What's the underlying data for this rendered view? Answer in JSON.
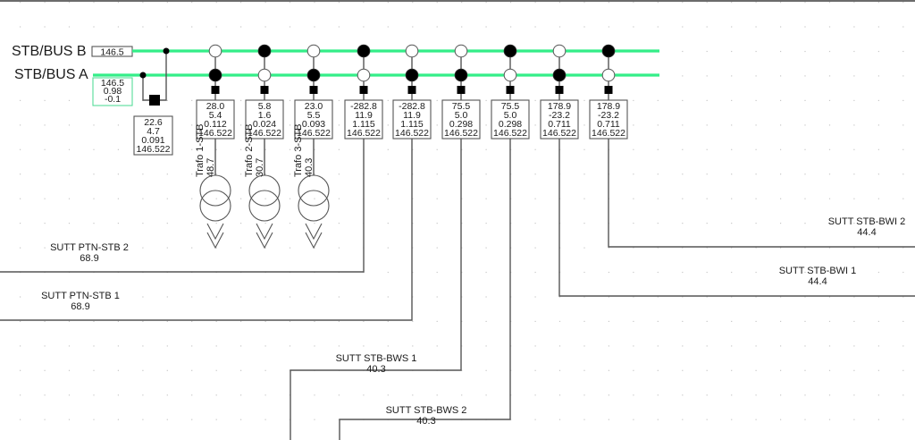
{
  "colors": {
    "bus": "#33ee88",
    "wire": "#555555",
    "busbox_a_border": "#55dd99",
    "switch_closed": "#000000",
    "switch_open": "#ffffff"
  },
  "buses": {
    "bus_b": {
      "label": "STB/BUS B",
      "values": [
        "146.5"
      ]
    },
    "bus_a": {
      "label": "STB/BUS A",
      "values": [
        "146.5",
        "0.98",
        "-0.1"
      ]
    }
  },
  "coupler": {
    "values": [
      "22.6",
      "4.7",
      "0.091",
      "146.522"
    ]
  },
  "bays": [
    {
      "id": "trafo1",
      "bus_b_closed": false,
      "bus_a_closed": true,
      "values": [
        "28.0",
        "5.4",
        "0.112",
        "146.522"
      ],
      "type": "transformer",
      "name": "Trafo 1-STB",
      "loading": "48.7"
    },
    {
      "id": "trafo2",
      "bus_b_closed": true,
      "bus_a_closed": false,
      "values": [
        "5.8",
        "1.6",
        "0.024",
        "146.522"
      ],
      "type": "transformer",
      "name": "Trafo 2-STB",
      "loading": "30.7"
    },
    {
      "id": "trafo3",
      "bus_b_closed": false,
      "bus_a_closed": true,
      "values": [
        "23.0",
        "5.5",
        "0.093",
        "146.522"
      ],
      "type": "transformer",
      "name": "Trafo 3-STB",
      "loading": "40.3"
    },
    {
      "id": "ptn2",
      "bus_b_closed": true,
      "bus_a_closed": false,
      "values": [
        "-282.8",
        "11.9",
        "1.115",
        "146.522"
      ],
      "type": "line",
      "name": "SUTT PTN-STB 2",
      "loading": "68.9"
    },
    {
      "id": "ptn1",
      "bus_b_closed": false,
      "bus_a_closed": true,
      "values": [
        "-282.8",
        "11.9",
        "1.115",
        "146.522"
      ],
      "type": "line",
      "name": "SUTT PTN-STB 1",
      "loading": "68.9"
    },
    {
      "id": "bws1",
      "bus_b_closed": false,
      "bus_a_closed": true,
      "values": [
        "75.5",
        "5.0",
        "0.298",
        "146.522"
      ],
      "type": "line",
      "name": "SUTT STB-BWS 1",
      "loading": "40.3"
    },
    {
      "id": "bws2",
      "bus_b_closed": true,
      "bus_a_closed": false,
      "values": [
        "75.5",
        "5.0",
        "0.298",
        "146.522"
      ],
      "type": "line",
      "name": "SUTT STB-BWS 2",
      "loading": "40.3"
    },
    {
      "id": "bwi1",
      "bus_b_closed": false,
      "bus_a_closed": true,
      "values": [
        "178.9",
        "-23.2",
        "0.711",
        "146.522"
      ],
      "type": "line",
      "name": "SUTT STB-BWI 1",
      "loading": "44.4"
    },
    {
      "id": "bwi2",
      "bus_b_closed": true,
      "bus_a_closed": false,
      "values": [
        "178.9",
        "-23.2",
        "0.711",
        "146.522"
      ],
      "type": "line",
      "name": "SUTT STB-BWI 2",
      "loading": "44.4"
    }
  ]
}
